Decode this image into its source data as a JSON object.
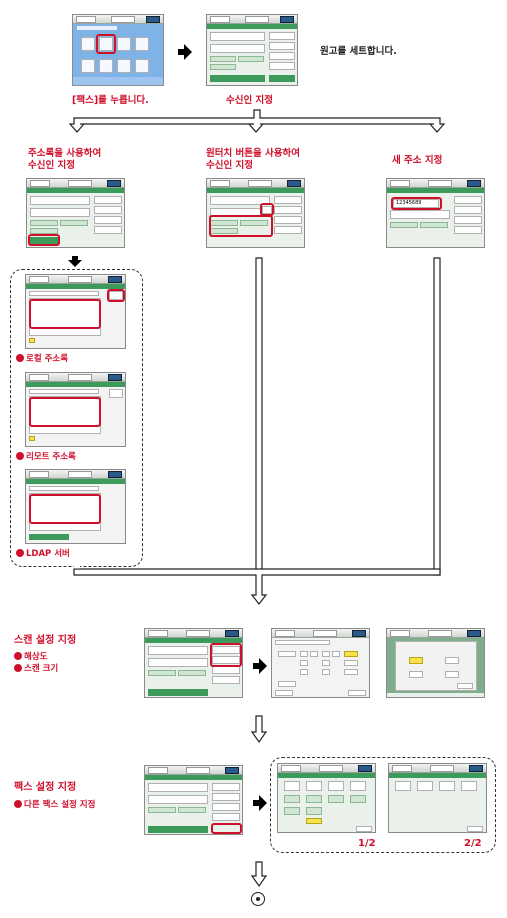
{
  "top": {
    "step1": "[팩스]를 누릅니다.",
    "step2": "수신인 지정",
    "step_note": "원고를 세트합니다."
  },
  "branches": {
    "address_book": "주소록을 사용하여\n수신인 지정",
    "one_touch": "원터치 버튼을 사용하여\n수신인 지정",
    "new_address": "새 주소 지정",
    "new_address_value": "12345689"
  },
  "address_books": {
    "local": "로컬 주소록",
    "remote": "리모트 주소록",
    "ldap": "LDAP 서버"
  },
  "scan": {
    "title": "스캔 설정 지정",
    "items": [
      "해상도",
      "스캔 크기"
    ]
  },
  "fax": {
    "title": "팩스 설정 지정",
    "items": [
      "다른 팩스 설정 지정"
    ],
    "pages": [
      "1/2",
      "2/2"
    ]
  },
  "colors": {
    "accent": "#d0102b",
    "screen_green": "#3c9a5a",
    "screen_bg": "#e9f1ea"
  },
  "icons": {
    "arrow": "arrow-right-icon",
    "outline_arrow": "outline-down-arrow-icon",
    "end": "end-circle-icon"
  }
}
